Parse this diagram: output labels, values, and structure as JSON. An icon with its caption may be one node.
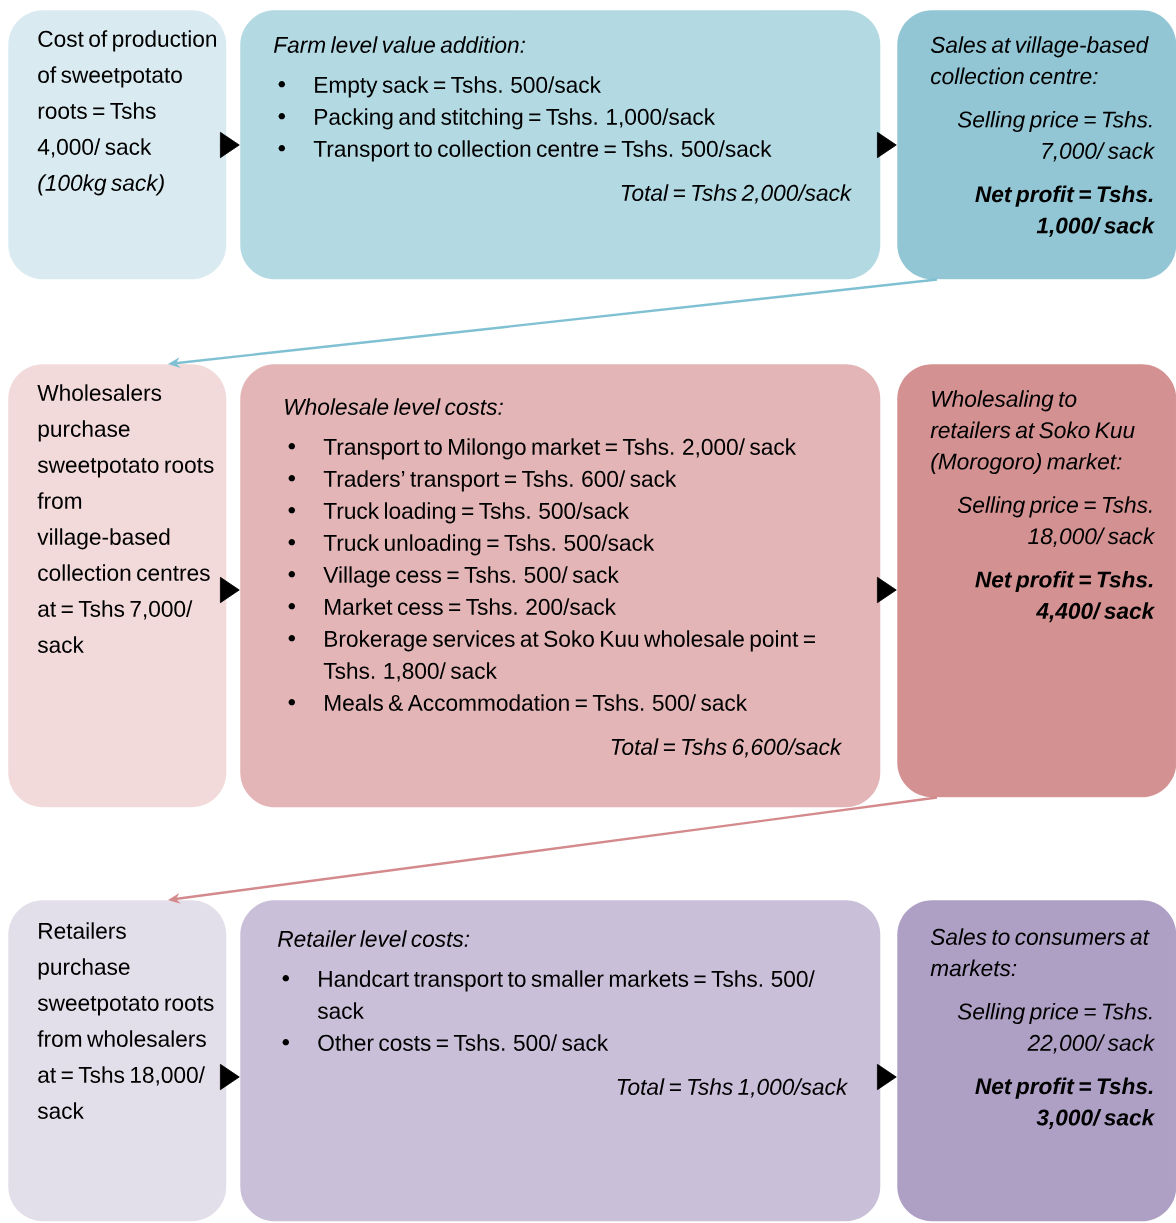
{
  "diagram": {
    "nodes": [
      {
        "text": [
          "Cost of production of sweetpotato roots = Tshs 4,000/ sack",
          "(100kg sack)"
        ]
      },
      {
        "text": [
          "Farm level value addition:",
          "Empty sack = Tshs. 500/sack",
          "Packing and stitching = Tshs. 1,000/sack",
          "Transport to collection centre = Tshs. 500/sack",
          "Total = Tshs 2,000/sack"
        ]
      },
      {
        "text": [
          "Sales at village-based collection centre:",
          "Selling price = Tshs. 7,000/ sack",
          "Net profit = Tshs. 1,000/ sack"
        ]
      },
      {
        "text": [
          "Wholesalers purchase sweetpotato roots from village-based collection centres at = Tshs 7,000/ sack"
        ]
      },
      {
        "text": [
          "Wholesale level costs:",
          "Transport to Milongo market = Tshs. 2,000/ sack",
          "Traders’ transport = Tshs. 600/ sack",
          "Truck loading = Tshs. 500/sack",
          "Truck unloading = Tshs. 500/sack",
          "Village cess = Tshs. 500/ sack",
          "Market cess = Tshs. 200/sack",
          "Brokerage services at Soko Kuu wholesale point = Tshs. 1,800/ sack",
          "Meals & Accommodation = Tshs. 500/ sack",
          "Total = Tshs 6,600/sack"
        ]
      },
      {
        "text": [
          "Wholesaling to retailers at Soko Kuu (Morogoro) market:",
          "Selling price = Tshs. 18,000/ sack",
          "Net profit = Tshs. 4,400/ sack"
        ]
      },
      {
        "text": [
          "Retailers purchase sweetpotato roots from wholesalers at = Tshs 18,000/ sack"
        ]
      },
      {
        "text": [
          "Retailer level costs:",
          "Handcart transport to smaller markets = Tshs. 500/ sack",
          "Other costs = Tshs. 500/ sack",
          "Total = Tshs 1,000/sack"
        ]
      },
      {
        "text": [
          "Sales to consumers at markets:",
          "Selling price = Tshs. 22,000/ sack",
          "Net profit = Tshs. 3,000/ sack"
        ]
      }
    ],
    "edges": [
      {
        "from": 0,
        "to": 1,
        "arrow": "to"
      },
      {
        "from": 1,
        "to": 2,
        "arrow": "to"
      },
      {
        "from": 2,
        "to": 3,
        "arrow": "to",
        "color": "#7fc0d3"
      },
      {
        "from": 3,
        "to": 4,
        "arrow": "to"
      },
      {
        "from": 4,
        "to": 5,
        "arrow": "to"
      },
      {
        "from": 5,
        "to": 6,
        "arrow": "to",
        "color": "#d48a8c"
      },
      {
        "from": 6,
        "to": 7,
        "arrow": "to"
      },
      {
        "from": 7,
        "to": 8,
        "arrow": "to"
      }
    ]
  }
}
